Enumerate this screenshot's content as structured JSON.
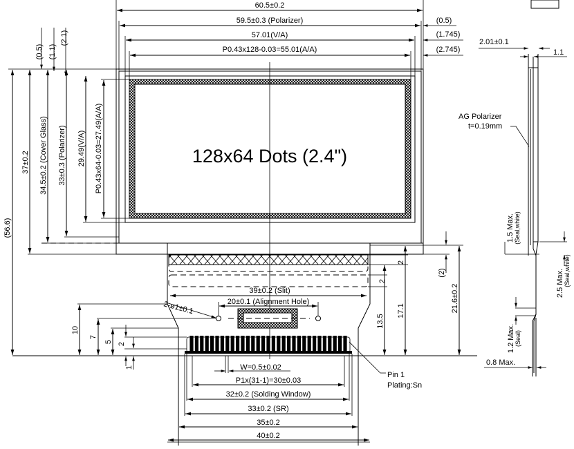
{
  "title": "128x64 Dots (2.4\")",
  "top_dims": {
    "overall": "60.5±0.2",
    "polarizer": "59.5±0.3 (Polarizer)",
    "va": "57.01(V/A)",
    "aa": "P0.43x128-0.03=55.01(A/A)",
    "off1": "(0.5)",
    "off2": "(1.745)",
    "off3": "(2.745)"
  },
  "left_dims": {
    "total": "(56.6)",
    "glass": "37±0.2",
    "cover": "34.5±0.2 (Cover Glass)",
    "polarizer": "33±0.3 (Polarizer)",
    "va": "29.49(V/A)",
    "aa": "P0.43x64-0.03=27.49(A/A)",
    "off1": "(0.5)",
    "off2": "(1.1)",
    "off3": "(2.1)"
  },
  "fpc": {
    "slit": "39±0.2 (Slit)",
    "align": "20±0.1 (Alignment Hole)",
    "hole": "2-ø1±0.1",
    "w": "W=0.5±0.02",
    "pitch": "P1x(31-1)=30±0.03",
    "solder": "32±0.2 (Solding Window)",
    "sr": "33±0.2 (SR)",
    "w35": "35±0.2",
    "w40": "40±0.2",
    "pin1": "Pin 1",
    "plating": "Plating:Sn",
    "h10": "10",
    "h7": "7",
    "h5": "5",
    "h2": "2",
    "h1": "1",
    "r2a": "2",
    "r2b": "2",
    "r13": "13.5",
    "r17": "17.1",
    "r21": "21.6±0.2",
    "r2p": "(2)",
    "pin_count": 31
  },
  "side": {
    "thick": "2.01±0.1",
    "t11": "1.1",
    "pol1": "AG Polarizer",
    "pol2": "t=0.19mm",
    "m15": "1.5 Max.",
    "m15s": "(Seal,white)",
    "m25": "2.5 Max.",
    "m25s": "(Seal,white)",
    "m12": "1.2 Max.",
    "m12s": "(Seal)",
    "m08": "0.8 Max."
  }
}
